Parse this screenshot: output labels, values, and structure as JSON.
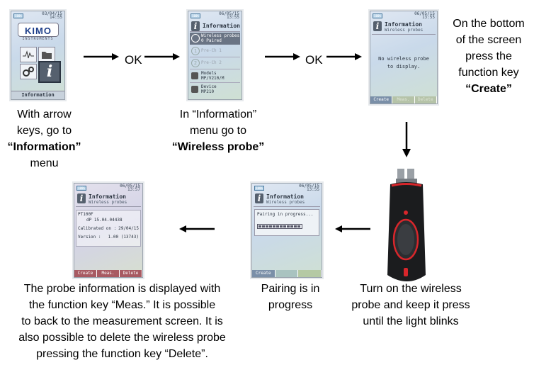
{
  "screen1": {
    "battery": "100%",
    "date": "03/04/15",
    "time": "14:55",
    "logo": "KIMO",
    "logo_sub": "INSTRUMENTS",
    "footer": "Information"
  },
  "screen2": {
    "battery": "100%",
    "date": "06/05/15",
    "time": "13:55",
    "title": "Information",
    "rows": [
      {
        "line1": "Wireless probes",
        "line2": "0 Paired",
        "icon": "wireless-icon"
      },
      {
        "line1": "Pre-Ch 1",
        "line2": "",
        "icon": "channel-1-icon"
      },
      {
        "line1": "Pre-Ch 2",
        "line2": "",
        "icon": "channel-2-icon"
      },
      {
        "line1": "Models",
        "line2": "MP/V210/M",
        "icon": "model-icon"
      },
      {
        "line1": "Device",
        "line2": "MP210",
        "icon": "device-icon"
      }
    ]
  },
  "screen3": {
    "battery": "100%",
    "date": "06/05/15",
    "time": "13:55",
    "title": "Information",
    "subtitle": "Wireless probes",
    "message_line1": "No wireless probe",
    "message_line2": "to display.",
    "fkeys": [
      "Create",
      "Meas.",
      "Delete"
    ]
  },
  "screen4": {
    "battery": "100%",
    "date": "06/05/15",
    "time": "13:55",
    "title": "Information",
    "subtitle": "Wireless probes",
    "status": "Pairing in progress...",
    "fkeys": [
      "Create",
      "",
      ""
    ]
  },
  "screen5": {
    "battery": "100%",
    "date": "06/05/15",
    "time": "13:57",
    "title": "Information",
    "subtitle": "Wireless probes",
    "probe_name": "PT100F",
    "probe_line": "dP 15.04.04438",
    "calib_label": "Calibrated on :",
    "calib_value": "29/04/15",
    "version_label": "Version :",
    "version_value": "1.00 (13743)",
    "fkeys": [
      "Create",
      "Meas.",
      "Delete"
    ]
  },
  "arrow_labels": {
    "ok1": "OK",
    "ok2": "OK"
  },
  "captions": {
    "step1": [
      "With arrow",
      "keys, go to",
      "“Information”",
      "menu"
    ],
    "step2": [
      "In “Information”",
      "menu go to",
      "“Wireless probe”"
    ],
    "step3": [
      "On the bottom",
      "of the screen",
      "press the",
      "function key",
      "“Create”"
    ],
    "step4": [
      "Turn on the wireless",
      "probe and keep it press",
      "until the light blinks"
    ],
    "step5": [
      "Pairing is in",
      "progress"
    ],
    "step6": [
      "The probe information is displayed with",
      "the function key “Meas.” It is possible",
      "to back to the measurement screen. It is",
      "also possible to delete the wireless probe",
      "pressing the function key “Delete”."
    ]
  },
  "colors": {
    "accent_red": "#d8262b",
    "fkey_blue": "#7a8fa8",
    "lcd_dark": "#55606e"
  }
}
